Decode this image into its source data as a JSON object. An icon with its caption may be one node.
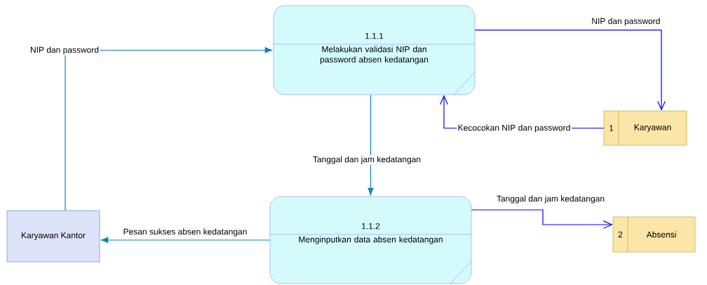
{
  "diagram": {
    "nodes": [
      {
        "text": [
          "1.1.1",
          "Melakukan validasi NIP dan password absen kedatangan"
        ]
      },
      {
        "text": [
          "1",
          "Karyawan"
        ]
      },
      {
        "text": [
          "Karyawan Kantor"
        ]
      },
      {
        "text": [
          "1.1.2",
          "Menginputkan data absen kedatangan"
        ]
      },
      {
        "text": [
          "2",
          "Absensi"
        ]
      }
    ],
    "edges": [
      {
        "from": 2,
        "to": 0,
        "arrow": "to",
        "label": "NIP dan password",
        "color": "#0a82c0"
      },
      {
        "from": 0,
        "to": 1,
        "arrow": "to",
        "label": "NIP dan password",
        "color": "#0000ff"
      },
      {
        "from": 1,
        "to": 0,
        "arrow": "to",
        "label": "Kecocokan NIP dan password",
        "color": "#0000ff"
      },
      {
        "from": 0,
        "to": 3,
        "arrow": "to",
        "label": "Tanggal dan jam kedatangan",
        "color": "#0a82c0"
      },
      {
        "from": 3,
        "to": 2,
        "arrow": "to",
        "label": "Pesan sukses absen kedatangan",
        "color": "#0a82c0"
      },
      {
        "from": 3,
        "to": 4,
        "arrow": "to",
        "label": "Tanggal dan jam kedatangan",
        "color": "#0000ff"
      }
    ]
  }
}
